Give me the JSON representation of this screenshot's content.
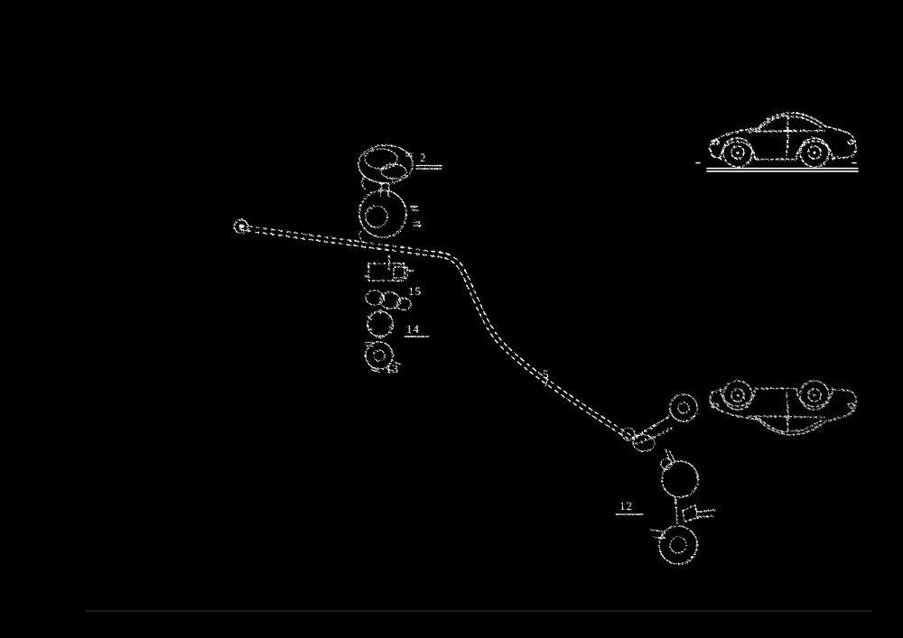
{
  "figure": {
    "description": "inverted patent-style line drawing: vehicle with reflection, shifter mechanism, control cable, rear mechanism",
    "background_color": "#000000",
    "ink_color": "#ffffff",
    "baseline_color": "#1a1a1a",
    "labels": {
      "knob": "2",
      "lever_cluster": "15",
      "mid_gear": "14",
      "lower_gear": "13",
      "cable": "5",
      "rear_mechanism": "12"
    }
  }
}
